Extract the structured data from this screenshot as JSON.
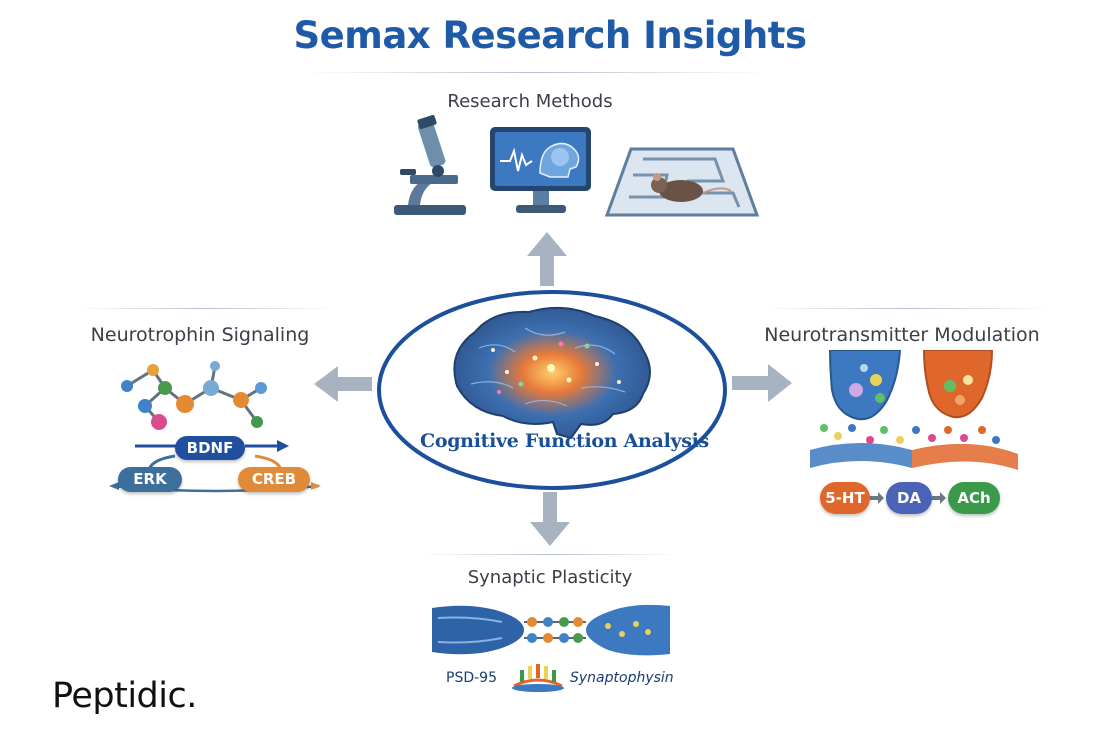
{
  "title": "Semax Research Insights",
  "brand": "Peptidic.",
  "center": {
    "label": "Cognitive Function Analysis"
  },
  "sections": {
    "research_methods": {
      "title": "Research Methods"
    },
    "neurotrophin": {
      "title": "Neurotrophin Signaling",
      "bdnf": "BDNF",
      "erk": "ERK",
      "creb": "CREB"
    },
    "neurotransmitter": {
      "title": "Neurotransmitter Modulation",
      "serotonin": "5-HT",
      "dopamine": "DA",
      "acetylcholine": "ACh"
    },
    "plasticity": {
      "title": "Synaptic Plasticity",
      "psd95": "PSD-95",
      "synaptophysin": "Synaptophysin"
    }
  },
  "colors": {
    "title_blue": "#1e5aa6",
    "arrow_gray": "#a7b3c1",
    "ellipse_blue": "#1c4f9c",
    "serotonin_orange": "#e0672c",
    "dopamine_blue": "#4a63b6",
    "acetylcholine_green": "#3b9a4a",
    "bdnf_blue": "#1f4f9e",
    "erk_blue": "#3d6f9c",
    "creb_orange": "#e08a3a"
  }
}
